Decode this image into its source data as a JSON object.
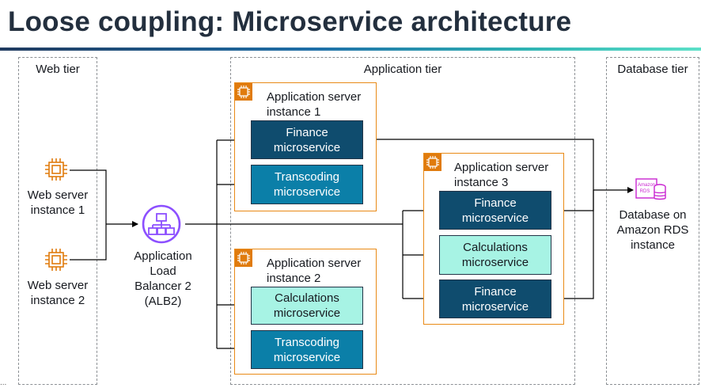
{
  "title": "Loose coupling: Microservice architecture",
  "tiers": {
    "web": "Web tier",
    "application": "Application tier",
    "database": "Database tier"
  },
  "web_servers": [
    {
      "label": "Web server instance 1"
    },
    {
      "label": "Web server instance 2"
    }
  ],
  "load_balancer": {
    "label": "Application Load Balancer 2 (ALB2)"
  },
  "app_servers": [
    {
      "label": "Application server instance 1",
      "microservices": [
        {
          "type": "finance",
          "label": "Finance microservice"
        },
        {
          "type": "transcoding",
          "label": "Transcoding microservice"
        }
      ]
    },
    {
      "label": "Application server instance 2",
      "microservices": [
        {
          "type": "calculations",
          "label": "Calculations microservice"
        },
        {
          "type": "transcoding",
          "label": "Transcoding microservice"
        }
      ]
    },
    {
      "label": "Application server instance 3",
      "microservices": [
        {
          "type": "finance",
          "label": "Finance microservice"
        },
        {
          "type": "calculations",
          "label": "Calculations microservice"
        },
        {
          "type": "finance",
          "label": "Finance microservice"
        }
      ]
    }
  ],
  "database": {
    "label": "Database on Amazon RDS instance",
    "icon_text": "Amazon RDS"
  },
  "colors": {
    "finance": "#0f4c6e",
    "transcoding": "#0b7fa8",
    "calculations": "#a7f3e4",
    "ec2": "#e07b0d",
    "elb": "#8c4fff",
    "rds": "#c925d1"
  },
  "footer_mark": "..."
}
